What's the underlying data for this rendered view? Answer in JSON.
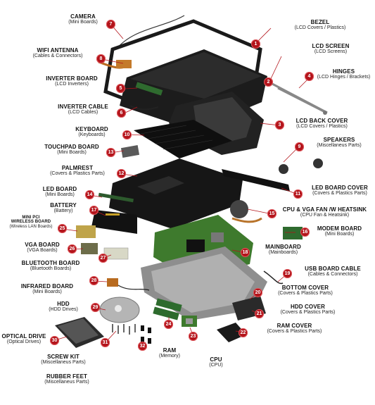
{
  "colors": {
    "badge": "#b3141b",
    "leader": "#b3141b"
  },
  "parts": [
    {
      "id": "camera",
      "num": "7",
      "title": "CAMERA",
      "subtitle": "(Mini Boards)"
    },
    {
      "id": "bezel",
      "num": "1",
      "title": "BEZEL",
      "subtitle": "(LCD Covers / Plastics)"
    },
    {
      "id": "wifi-antenna",
      "num": "8",
      "title": "WIFI ANTENNA",
      "subtitle": "(Cables & Connectors)"
    },
    {
      "id": "lcd-screen",
      "num": "2",
      "title": "LCD SCREEN",
      "subtitle": "(LCD Screens)"
    },
    {
      "id": "inverter-board",
      "num": "5",
      "title": "INVERTER BOARD",
      "subtitle": "(LCD Inverters)"
    },
    {
      "id": "hinges",
      "num": "4",
      "title": "HINGES",
      "subtitle": "(LCD Hinges / Brackets)"
    },
    {
      "id": "inverter-cable",
      "num": "6",
      "title": "INVERTER CABLE",
      "subtitle": "(LCD Cables)"
    },
    {
      "id": "lcd-back-cover",
      "num": "3",
      "title": "LCD BACK COVER",
      "subtitle": "(LCD Covers / Plastics)"
    },
    {
      "id": "keyboard",
      "num": "10",
      "title": "KEYBOARD",
      "subtitle": "(Keyboards)"
    },
    {
      "id": "speakers",
      "num": "9",
      "title": "SPEAKERS",
      "subtitle": "(Miscellaneus Parts)"
    },
    {
      "id": "touchpad-board",
      "num": "13",
      "title": "TOUCHPAD BOARD",
      "subtitle": "(Mini Boards)"
    },
    {
      "id": "palmrest",
      "num": "12",
      "title": "PALMREST",
      "subtitle": "(Covers & Plastics Parts)"
    },
    {
      "id": "led-board",
      "num": "14",
      "title": "LED BOARD",
      "subtitle": "(Mini Boards)"
    },
    {
      "id": "led-board-cover",
      "num": "11",
      "title": "LED BOARD COVER",
      "subtitle": "(Covers & Plastics Parts)"
    },
    {
      "id": "battery",
      "num": "17",
      "title": "BATTERY",
      "subtitle": "(Battery)"
    },
    {
      "id": "cpu-vga-fan",
      "num": "15",
      "title": "CPU & VGA FAN /W HEATSINK",
      "subtitle": "(CPU Fan & Heatsink)"
    },
    {
      "id": "mini-pci",
      "num": "25",
      "title": "MINI PCI\nWIRELESS BOARD",
      "subtitle": "(Wireless LAN Boards)"
    },
    {
      "id": "modem-board",
      "num": "16",
      "title": "MODEM BOARD",
      "subtitle": "(Mini Boards)"
    },
    {
      "id": "vga-board",
      "num": "26",
      "title": "VGA BOARD",
      "subtitle": "(VGA Boards)"
    },
    {
      "id": "mainboard",
      "num": "18",
      "title": "MAINBOARD",
      "subtitle": "(Mainboards)"
    },
    {
      "id": "bluetooth-board",
      "num": "27",
      "title": "BLUETOOTH BOARD",
      "subtitle": "(Bluetooth Boards)"
    },
    {
      "id": "usb-board-cable",
      "num": "19",
      "title": "USB BOARD CABLE",
      "subtitle": "(Cables & Connectors)"
    },
    {
      "id": "infrared-board",
      "num": "28",
      "title": "INFRARED BOARD",
      "subtitle": "(Mini Boards)"
    },
    {
      "id": "bottom-cover",
      "num": "20",
      "title": "BOTTOM COVER",
      "subtitle": "(Covers & Plastics Parts)"
    },
    {
      "id": "hdd",
      "num": "29",
      "title": "HDD",
      "subtitle": "(HDD Drives)"
    },
    {
      "id": "hdd-cover",
      "num": "21",
      "title": "HDD COVER",
      "subtitle": "(Covers & Plastics Parts)"
    },
    {
      "id": "optical-drive",
      "num": "30",
      "title": "OPTICAL DRIVE",
      "subtitle": "(Optical Drives)"
    },
    {
      "id": "ram-cover",
      "num": "22",
      "title": "RAM COVER",
      "subtitle": "(Covers & Plastics Parts)"
    },
    {
      "id": "screw-kit",
      "num": "31",
      "title": "SCREW KIT",
      "subtitle": "(Miscellaneus Parts)"
    },
    {
      "id": "ram",
      "num": "24",
      "title": "RAM",
      "subtitle": "(Memory)"
    },
    {
      "id": "cpu",
      "num": "23",
      "title": "CPU",
      "subtitle": "(CPU)"
    },
    {
      "id": "rubber-feet",
      "num": "32",
      "title": "RUBBER FEET",
      "subtitle": "(Miscellaneus Parts)"
    }
  ]
}
